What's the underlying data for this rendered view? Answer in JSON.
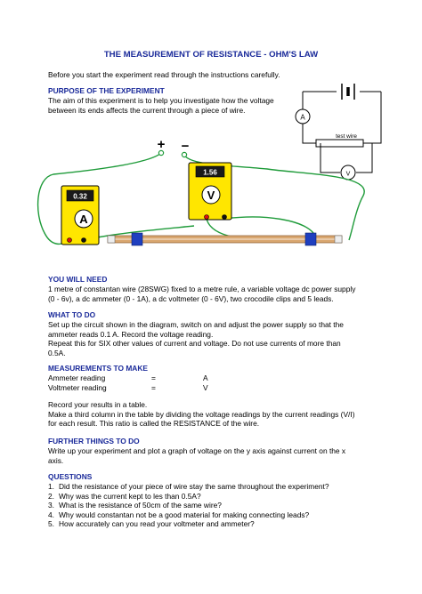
{
  "title": "THE MEASUREMENT OF RESISTANCE - OHM'S LAW",
  "intro": "Before you start the experiment read through the instructions carefully.",
  "purpose": {
    "heading": "PURPOSE OF THE EXPERIMENT",
    "lines": [
      "The aim of this experiment is to help you investigate how the voltage",
      "between its ends affects the current through a piece of wire."
    ]
  },
  "diagram": {
    "ammeter_reading": "0.32",
    "ammeter_letter": "A",
    "voltmeter_reading": "1.56",
    "voltmeter_letter": "V",
    "plus": "+",
    "minus": "−",
    "circuit_ammeter": "A",
    "circuit_voltmeter": "V",
    "test_wire_label": "test wire"
  },
  "you_will_need": {
    "heading": "YOU WILL NEED",
    "lines": [
      "1 metre of constantan wire (28SWG) fixed to a metre rule, a variable voltage dc power supply",
      "(0 - 6v), a dc ammeter (0 - 1A), a dc voltmeter (0 - 6V), two crocodile clips and 5 leads."
    ]
  },
  "what_to_do": {
    "heading": "WHAT TO DO",
    "lines": [
      "Set up the circuit shown in the diagram, switch on and adjust the power supply so that the",
      "ammeter reads 0.1 A. Record the voltage reading.",
      "Repeat this for SIX other values of current and voltage. Do not use currents of more than",
      "0.5A."
    ]
  },
  "measurements": {
    "heading": "MEASUREMENTS TO MAKE",
    "rows": [
      {
        "label": "Ammeter reading",
        "eq": "=",
        "unit": "A"
      },
      {
        "label": "Voltmeter reading",
        "eq": "=",
        "unit": "V"
      }
    ]
  },
  "record": {
    "lines": [
      "Record your results in a table.",
      "Make a third column in the table by dividing the voltage readings by the current readings (V/I)",
      "for each result. This ratio is called the RESISTANCE of the wire."
    ]
  },
  "further": {
    "heading": "FURTHER THINGS TO DO",
    "lines": [
      "Write up your experiment and plot a graph of voltage on the y axis against current on the x",
      "axis."
    ]
  },
  "questions": {
    "heading": "QUESTIONS",
    "items": [
      {
        "num": "1.",
        "text": "Did the resistance of your piece of wire stay the same throughout the experiment?"
      },
      {
        "num": "2.",
        "text": "Why was the current kept to les than 0.5A?"
      },
      {
        "num": "3.",
        "text": "What is the resistance of 50cm of the same wire?"
      },
      {
        "num": "4.",
        "text": "Why would constantan not be a good material for making connecting leads?"
      },
      {
        "num": "5.",
        "text": "How accurately can you read your voltmeter and ammeter?"
      }
    ]
  }
}
